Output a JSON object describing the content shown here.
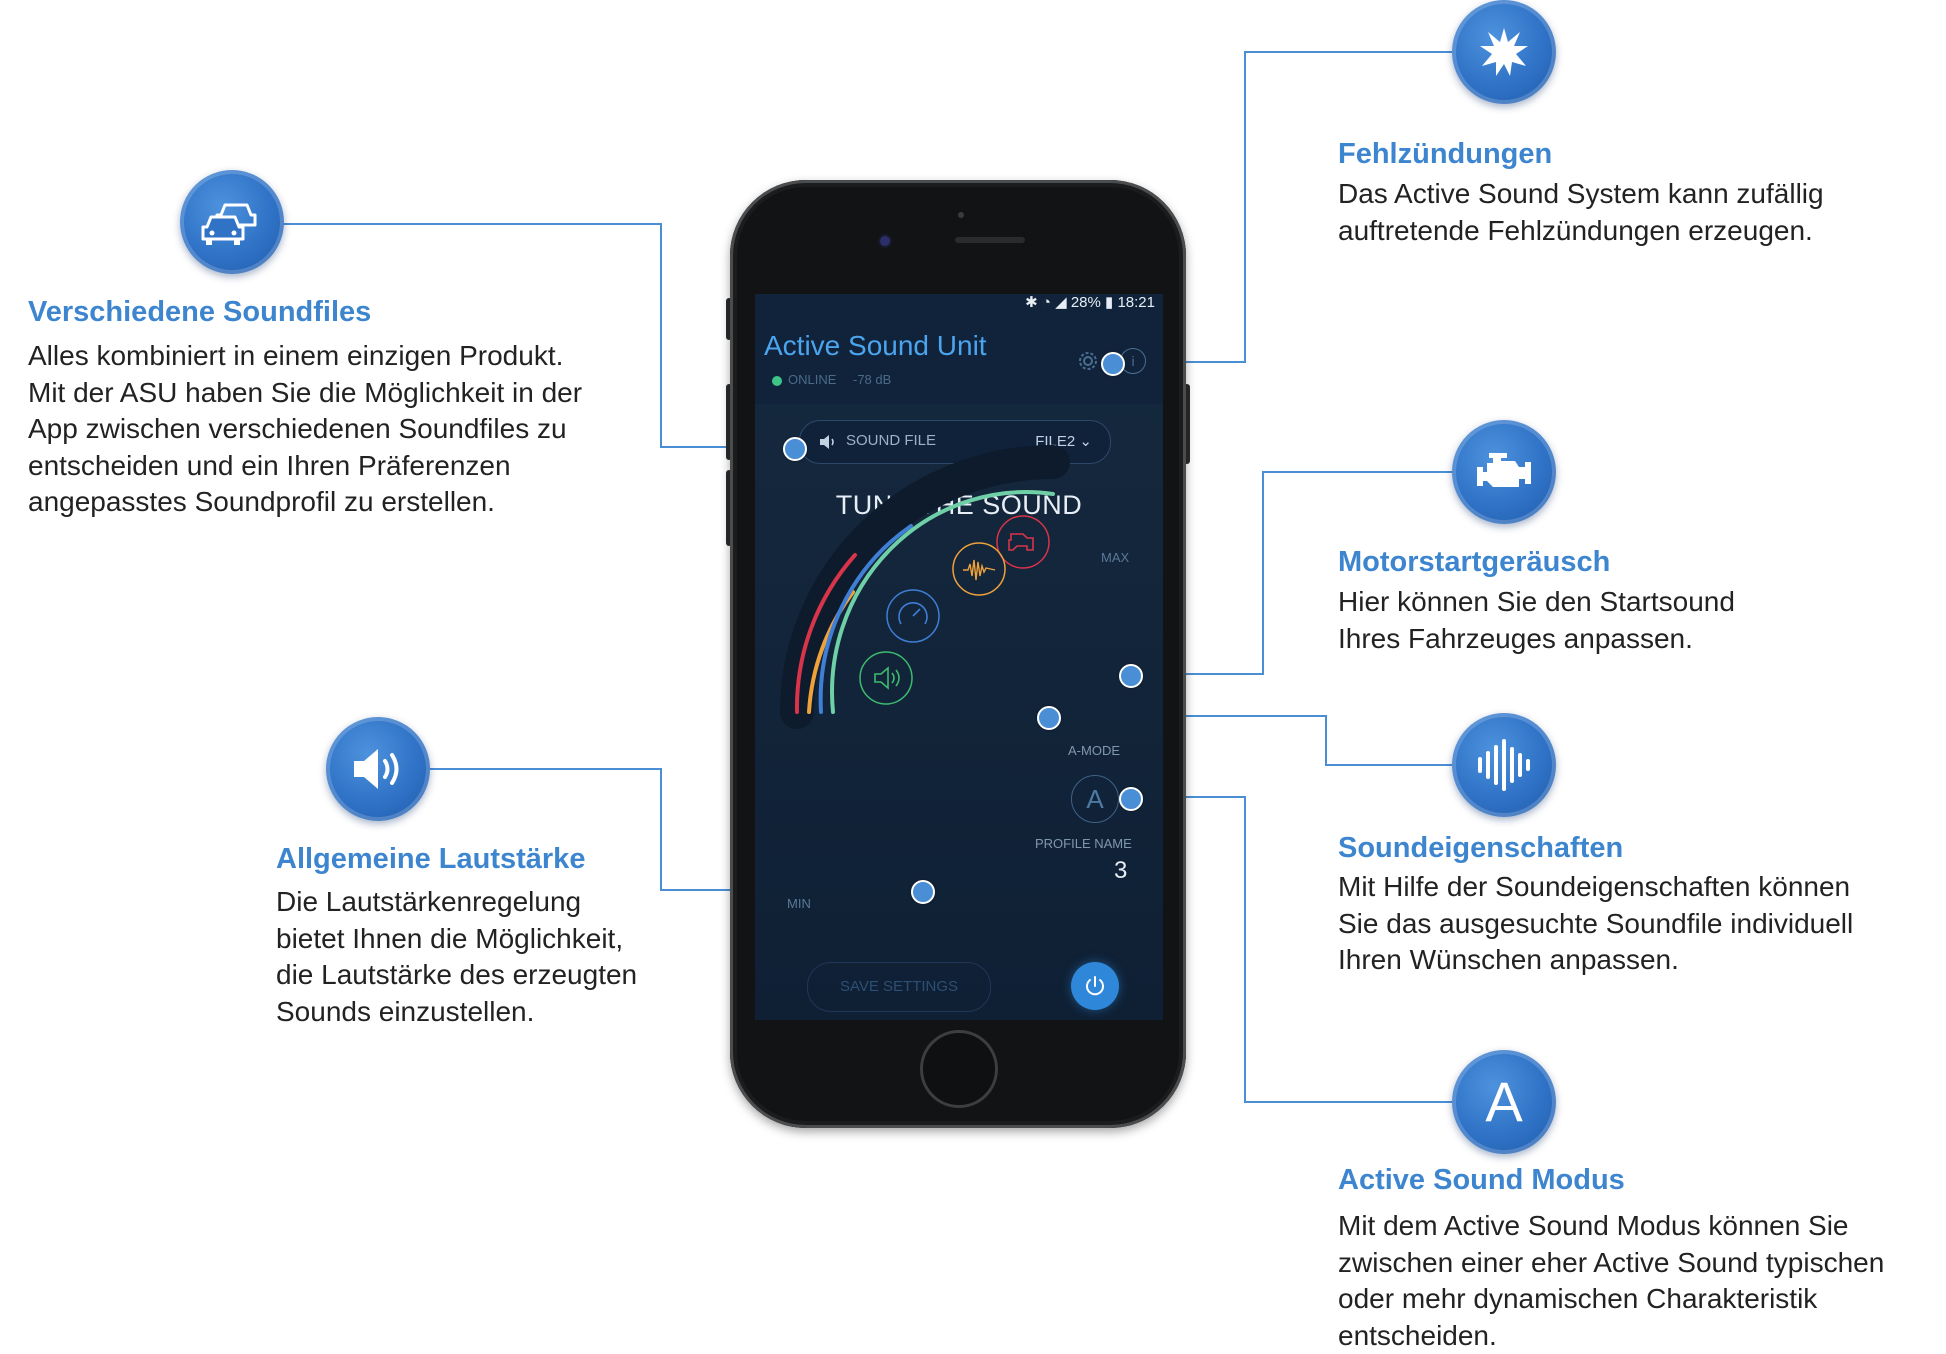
{
  "colors": {
    "accent": "#3d86cf",
    "circle": "#2f72c6",
    "text": "#222222"
  },
  "features": {
    "soundfiles": {
      "icon": "cars-icon",
      "title": "Verschiedene Soundfiles",
      "lines": [
        "Alles kombiniert in einem einzigen Produkt.",
        "Mit der ASU haben Sie die Möglichkeit in der",
        "App zwischen verschiedenen Soundfiles zu",
        "entscheiden und ein Ihren Präferenzen",
        "angepasstes Soundprofil zu erstellen."
      ]
    },
    "volume": {
      "icon": "speaker-icon",
      "title": "Allgemeine Lautstärke",
      "lines": [
        "Die Lautstärkenregelung",
        "bietet Ihnen die Möglichkeit,",
        "die Lautstärke des erzeugten",
        "Sounds einzustellen."
      ]
    },
    "misfire": {
      "icon": "burst-icon",
      "title": "Fehlzündungen",
      "lines": [
        "Das Active Sound System kann zufällig",
        "auftretende Fehlzündungen erzeugen."
      ]
    },
    "engine_start": {
      "icon": "engine-icon",
      "title": "Motorstartgeräusch",
      "lines": [
        "Hier können Sie den Startsound",
        "Ihres Fahrzeuges anpassen."
      ]
    },
    "sound_properties": {
      "icon": "soundwave-icon",
      "title": "Soundeigenschaften",
      "lines": [
        "Mit Hilfe der Soundeigenschaften können",
        "Sie das ausgesuchte Soundfile individuell",
        "Ihren Wünschen anpassen."
      ]
    },
    "active_mode": {
      "icon": "letter-a-icon",
      "icon_letter": "A",
      "title": "Active Sound Modus",
      "lines": [
        "Mit dem Active Sound Modus können Sie",
        "zwischen einer eher Active Sound typischen",
        "oder mehr dynamischen Charakteristik",
        "entscheiden."
      ]
    }
  },
  "app": {
    "status": {
      "battery": "28%",
      "time": "18:21"
    },
    "title": "Active Sound Unit",
    "online": "ONLINE",
    "db": "-78 dB",
    "sound_file": {
      "label": "SOUND FILE",
      "value": "FILE2"
    },
    "heading": "TUNE THE SOUND",
    "max": "MAX",
    "min": "MIN",
    "a_mode": {
      "label": "A-MODE",
      "letter": "A"
    },
    "profile": {
      "label": "PROFILE NAME",
      "value": "3"
    },
    "save": "SAVE SETTINGS",
    "arc_colors": [
      "#d8344a",
      "#f0a23a",
      "#3f7fd6",
      "#6fcfa6"
    ],
    "icon_colors": {
      "engine": "#d8344a",
      "wave": "#f0a23a",
      "gauge": "#3f7fd6",
      "speaker": "#3dbb6e"
    }
  }
}
